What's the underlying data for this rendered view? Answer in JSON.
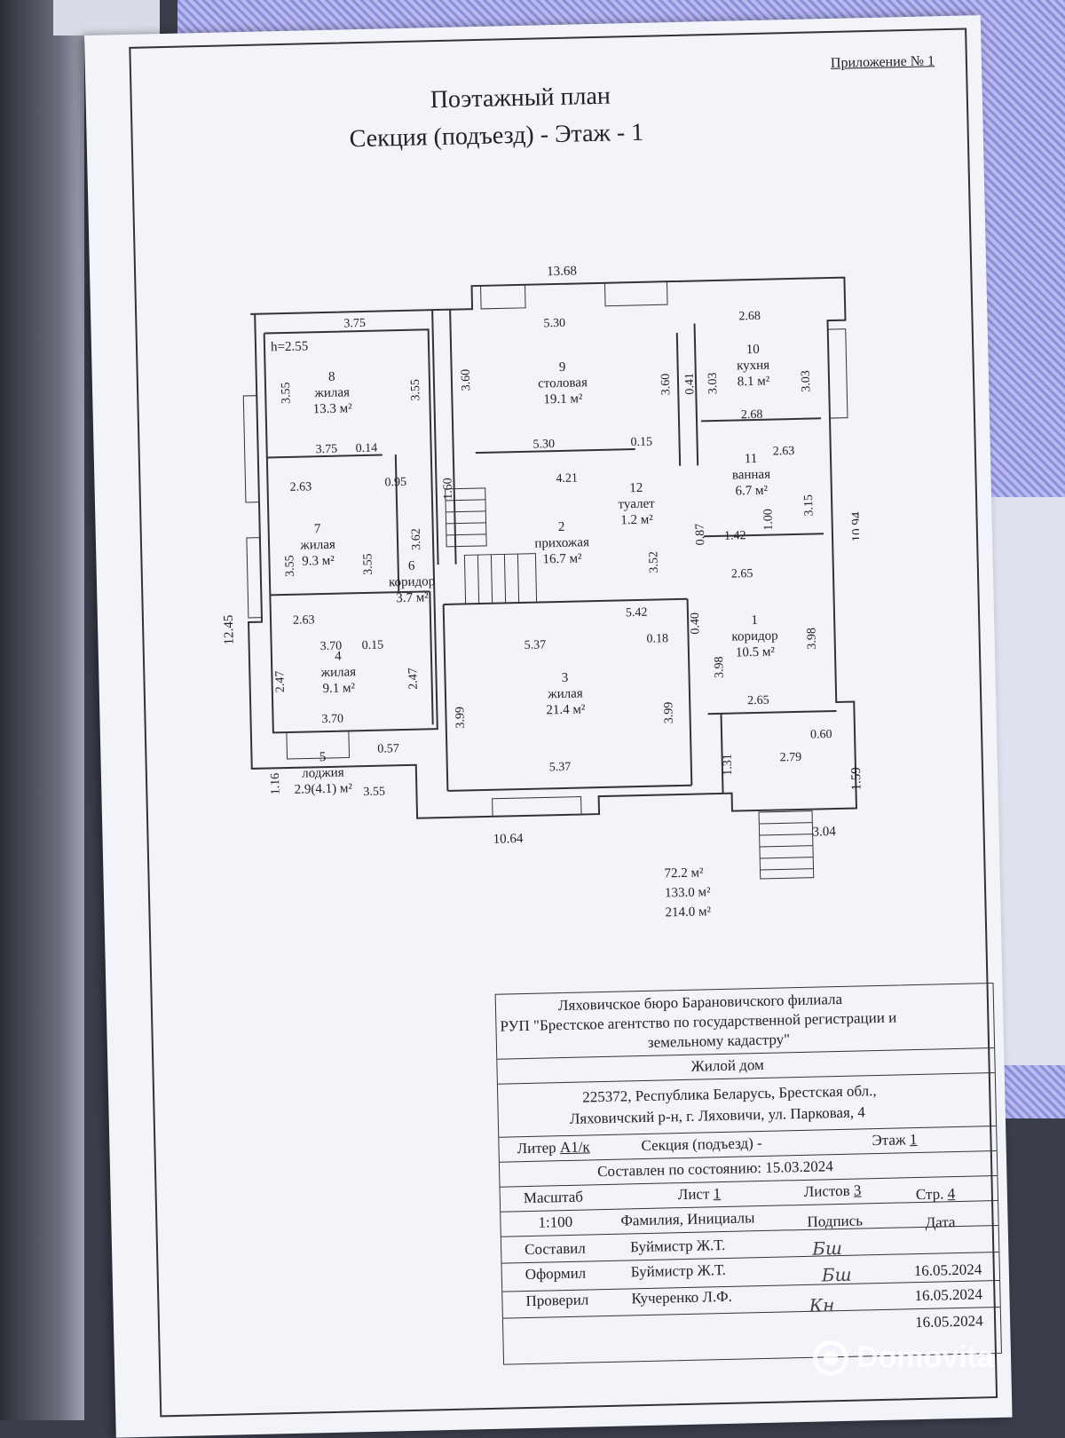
{
  "header": {
    "appendix": "Приложение № 1",
    "title_line1": "Поэтажный план",
    "title_line2": "Секция (подъезд) -   Этаж - 1"
  },
  "plan": {
    "overall": {
      "top_width": "13.68",
      "bottom_width": "10.64",
      "left_height": "12.45",
      "right_height": "10.94",
      "porch_width": "3.04",
      "porch_height": "1.59"
    },
    "ceiling_height": "h=2.55",
    "rooms": [
      {
        "num": "8",
        "name": "жилая",
        "area": "13.3 м²"
      },
      {
        "num": "9",
        "name": "столовая",
        "area": "19.1 м²"
      },
      {
        "num": "10",
        "name": "кухня",
        "area": "8.1 м²"
      },
      {
        "num": "11",
        "name": "ванная",
        "area": "6.7 м²"
      },
      {
        "num": "12",
        "name": "туалет",
        "area": "1.2 м²"
      },
      {
        "num": "7",
        "name": "жилая",
        "area": "9.3 м²"
      },
      {
        "num": "6",
        "name": "коридор",
        "area": "3.7 м²"
      },
      {
        "num": "2",
        "name": "прихожая",
        "area": "16.7 м²"
      },
      {
        "num": "1",
        "name": "коридор",
        "area": "10.5 м²"
      },
      {
        "num": "4",
        "name": "жилая",
        "area": "9.1 м²"
      },
      {
        "num": "3",
        "name": "жилая",
        "area": "21.4 м²"
      },
      {
        "num": "5",
        "name": "лоджия",
        "area": "2.9(4.1) м²"
      }
    ],
    "dims": [
      "3.75",
      "3.55",
      "3.55",
      "5.30",
      "3.60",
      "3.60",
      "2.68",
      "0.41",
      "3.03",
      "3.03",
      "2.68",
      "3.75",
      "0.14",
      "5.30",
      "0.15",
      "2.63",
      "0.95",
      "1.60",
      "4.21",
      "2.63",
      "3.15",
      "3.62",
      "0.87",
      "1.42",
      "1.00",
      "3.55",
      "3.55",
      "3.52",
      "2.65",
      "2.63",
      "5.42",
      "3.70",
      "0.15",
      "0.18",
      "0.40",
      "5.37",
      "3.98",
      "3.98",
      "2.47",
      "2.47",
      "3.99",
      "3.99",
      "2.65",
      "3.70",
      "0.57",
      "0.60",
      "1.16",
      "3.55",
      "5.37",
      "1.31",
      "2.79"
    ]
  },
  "totals": [
    "72.2 м²",
    "133.0 м²",
    "214.0 м²"
  ],
  "stamp": {
    "org_line1": "Ляховичское бюро Барановичского филиала",
    "org_line2": "РУП \"Брестское агентство по государственной регистрации и",
    "org_line3": "земельному кадастру\"",
    "object": "Жилой дом",
    "address_line1": "225372, Республика Беларусь, Брестская обл.,",
    "address_line2": "Ляховичский р-н, г. Ляховичи, ул. Парковая, 4",
    "liter_label": "Литер",
    "liter_value": "А1/к",
    "section_label": "Секция (подъезд) -",
    "floor_label": "Этаж",
    "floor_value": "1",
    "state_label": "Составлен по состоянию:",
    "state_date": "15.03.2024",
    "scale_label": "Масштаб",
    "scale_value": "1:100",
    "sheet_label": "Лист",
    "sheet_value": "1",
    "sheets_label": "Листов",
    "sheets_value": "3",
    "page_label": "Стр.",
    "page_value": "4",
    "col_name": "Фамилия, Инициалы",
    "col_sign": "Подпись",
    "col_date": "Дата",
    "people": [
      {
        "role": "Составил",
        "name": "Буймистр Ж.Т.",
        "date": ""
      },
      {
        "role": "Оформил",
        "name": "Буймистр Ж.Т.",
        "date": "16.05.2024"
      },
      {
        "role": "Проверил",
        "name": "Кучеренко Л.Ф.",
        "date": "16.05.2024"
      }
    ],
    "extra_date": "16.05.2024"
  },
  "watermark": "Domovita"
}
